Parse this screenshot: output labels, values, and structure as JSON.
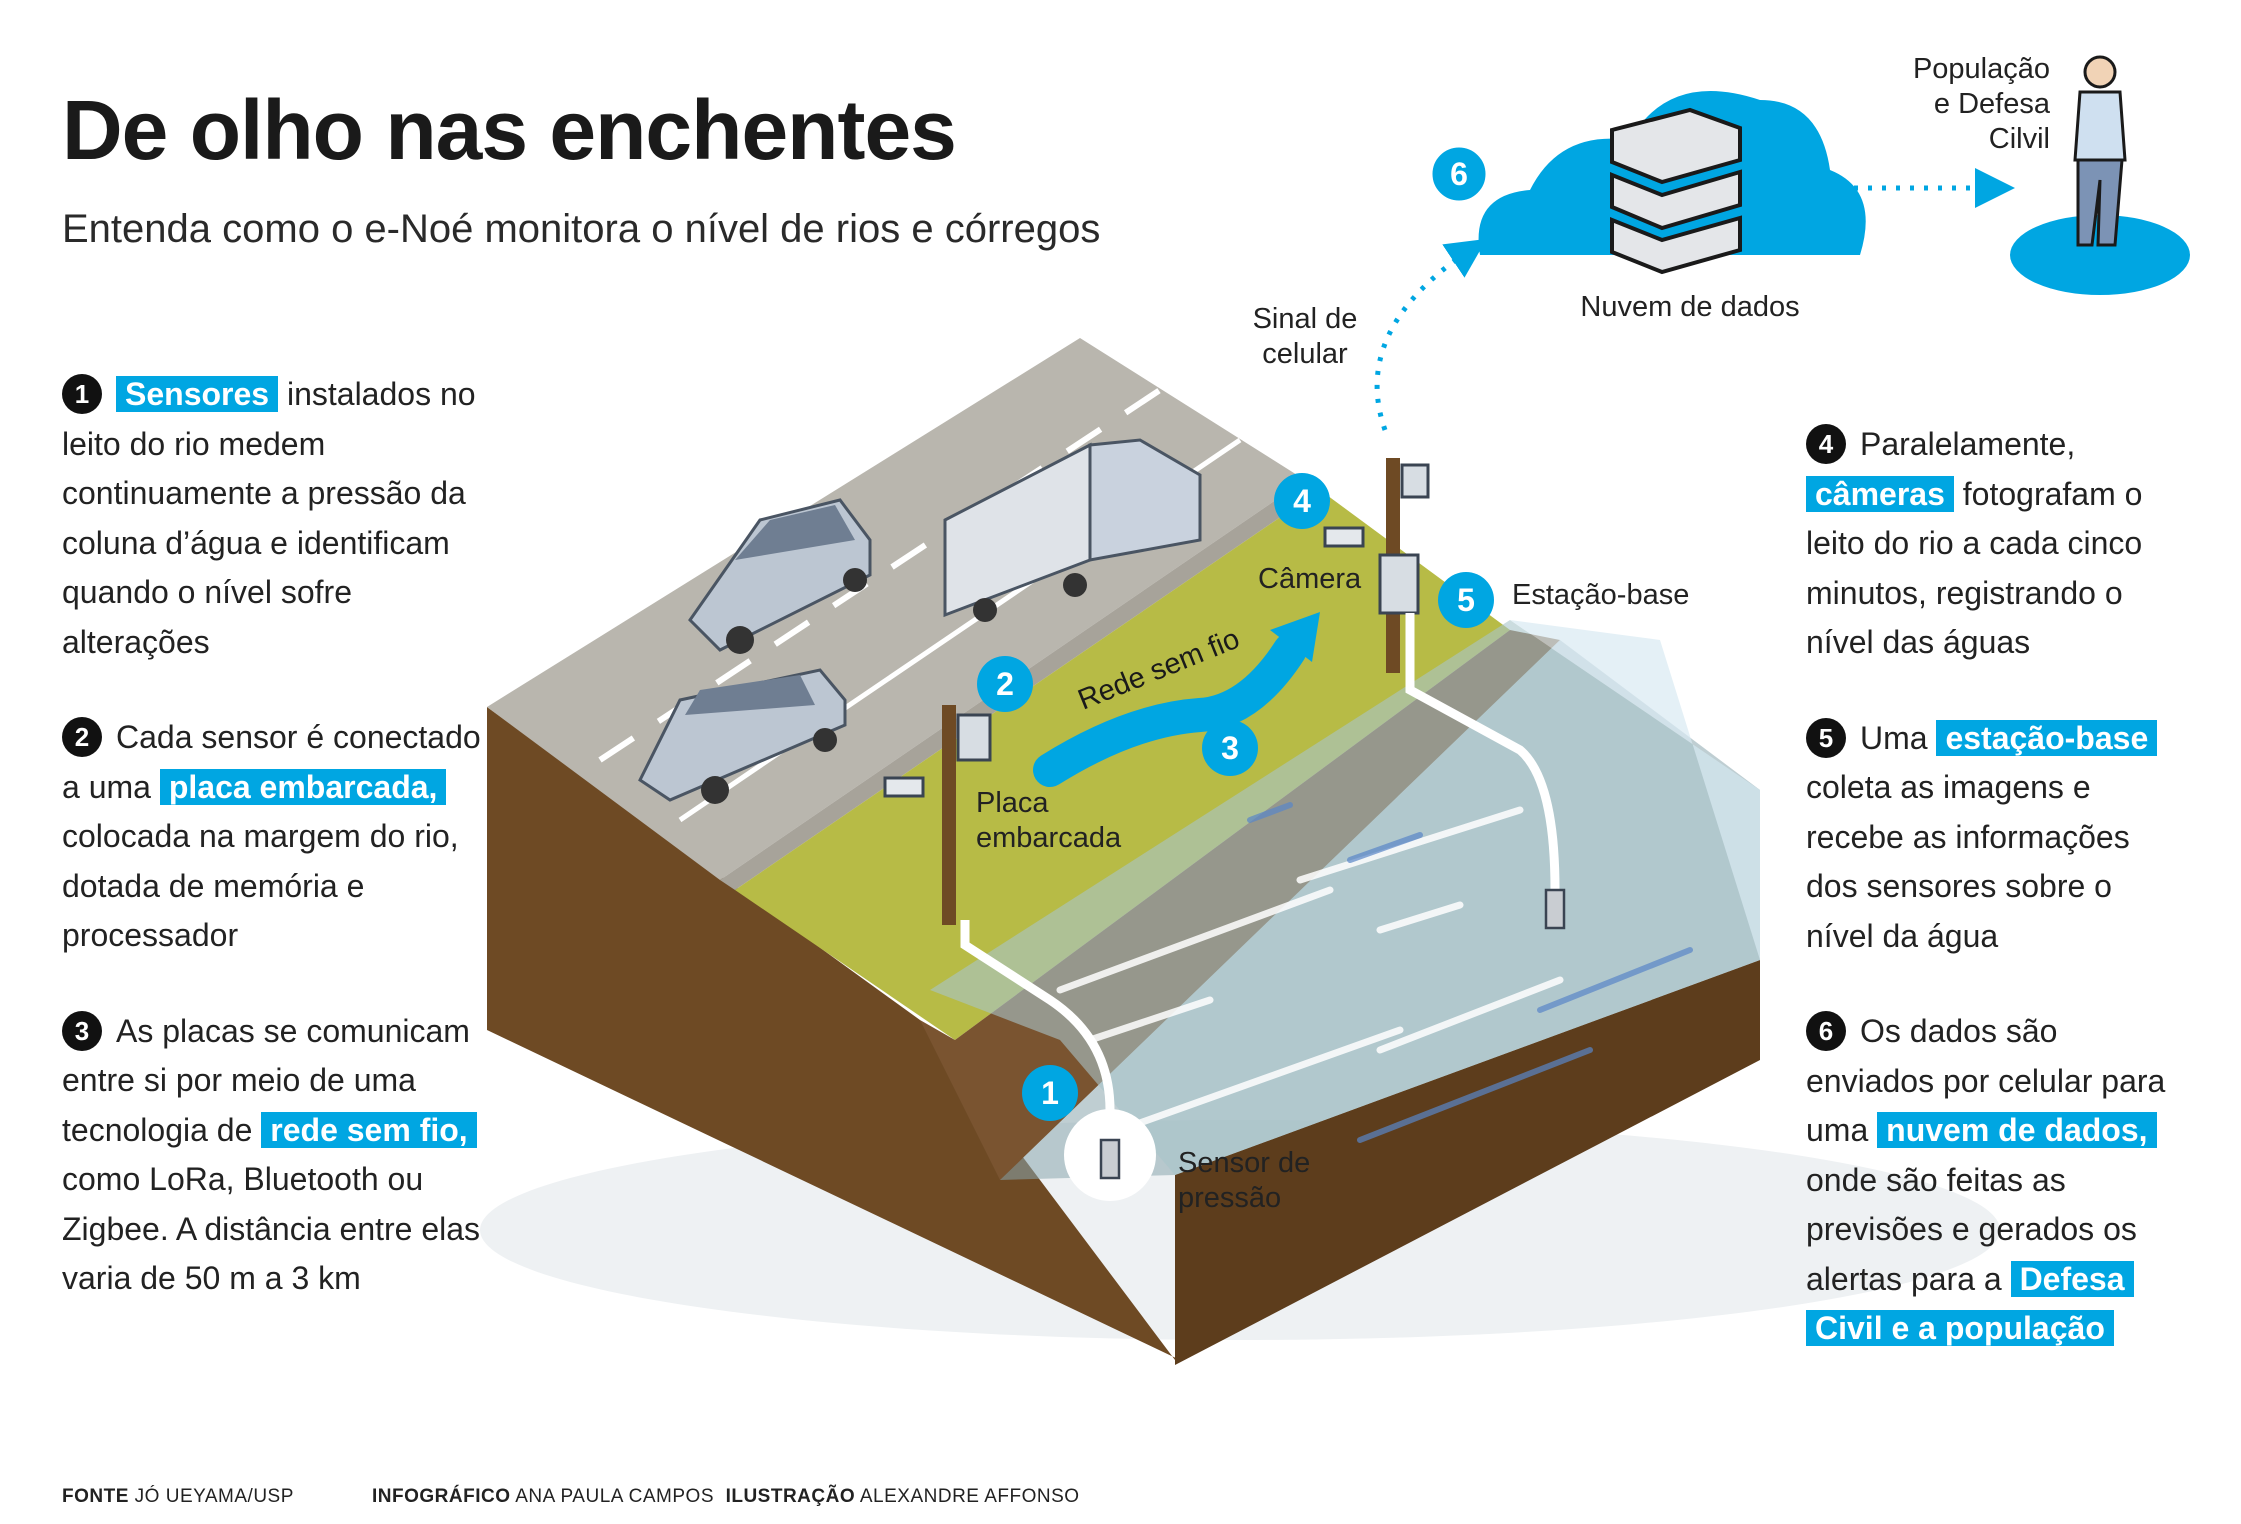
{
  "title": "De olho nas enchentes",
  "subtitle": "Entenda como o e-Noé monitora o nível de rios e córregos",
  "accent_color": "#00a6e2",
  "left_items": [
    {
      "num": "1",
      "parts": [
        {
          "t": "Sensores",
          "hl": true
        },
        {
          "t": " instalados no leito do rio medem continuamente a pressão da coluna d’água e identificam quando o nível sofre alterações",
          "hl": false
        }
      ]
    },
    {
      "num": "2",
      "parts": [
        {
          "t": "Cada sensor é conectado a uma ",
          "hl": false
        },
        {
          "t": "placa embarcada,",
          "hl": true
        },
        {
          "t": " colocada na margem do rio, dotada de memória e processador",
          "hl": false
        }
      ]
    },
    {
      "num": "3",
      "parts": [
        {
          "t": "As placas se comunicam entre si por meio de uma tecnologia de ",
          "hl": false
        },
        {
          "t": "rede sem fio,",
          "hl": true
        },
        {
          "t": " como LoRa, Bluetooth ou Zigbee. A distância entre elas varia de 50 m a 3 km",
          "hl": false
        }
      ]
    }
  ],
  "right_items": [
    {
      "num": "4",
      "parts": [
        {
          "t": "Paralelamente, ",
          "hl": false
        },
        {
          "t": "câmeras",
          "hl": true
        },
        {
          "t": " fotografam o leito do rio a cada cinco minutos, registrando o nível das águas",
          "hl": false
        }
      ]
    },
    {
      "num": "5",
      "parts": [
        {
          "t": "Uma ",
          "hl": false
        },
        {
          "t": "estação-base",
          "hl": true
        },
        {
          "t": " coleta as imagens e recebe as informações dos sensores sobre o nível da água",
          "hl": false
        }
      ]
    },
    {
      "num": "6",
      "parts": [
        {
          "t": "Os dados são enviados por celular para uma ",
          "hl": false
        },
        {
          "t": "nuvem de dados,",
          "hl": true
        },
        {
          "t": " onde são feitas as previsões e gerados os alertas para a ",
          "hl": false
        },
        {
          "t": "Defesa Civil e a população",
          "hl": true
        }
      ]
    }
  ],
  "diagram": {
    "labels": {
      "cell_signal": "Sinal de celular",
      "cloud": "Nuvem de dados",
      "people": "População e Defesa Cilvil",
      "camera": "Câmera",
      "base_station": "Estação-base",
      "board": "Placa embarcada",
      "wireless": "Rede sem fio",
      "pressure_sensor": "Sensor de pressão"
    },
    "markers": [
      "1",
      "2",
      "3",
      "4",
      "5",
      "6"
    ],
    "icons": [
      "cloud-icon",
      "server-icon",
      "person-icon",
      "car-icon",
      "truck-icon",
      "camera-icon",
      "pole-icon",
      "sensor-icon",
      "arrow-icon"
    ]
  },
  "footer": {
    "source_label": "FONTE",
    "source": "JÓ UEYAMA/USP",
    "infographic_label": "INFOGRÁFICO",
    "infographic": "ANA PAULA CAMPOS",
    "illustration_label": "ILUSTRAÇÃO",
    "illustration": "ALEXANDRE AFFONSO"
  }
}
